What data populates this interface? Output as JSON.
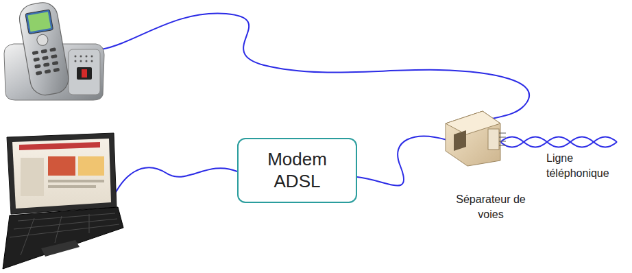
{
  "diagram": {
    "nodes": [
      {
        "text": [
          "Modem ADSL"
        ]
      }
    ],
    "labels": [
      "Séparateur de voies",
      "Ligne téléphonique"
    ]
  }
}
